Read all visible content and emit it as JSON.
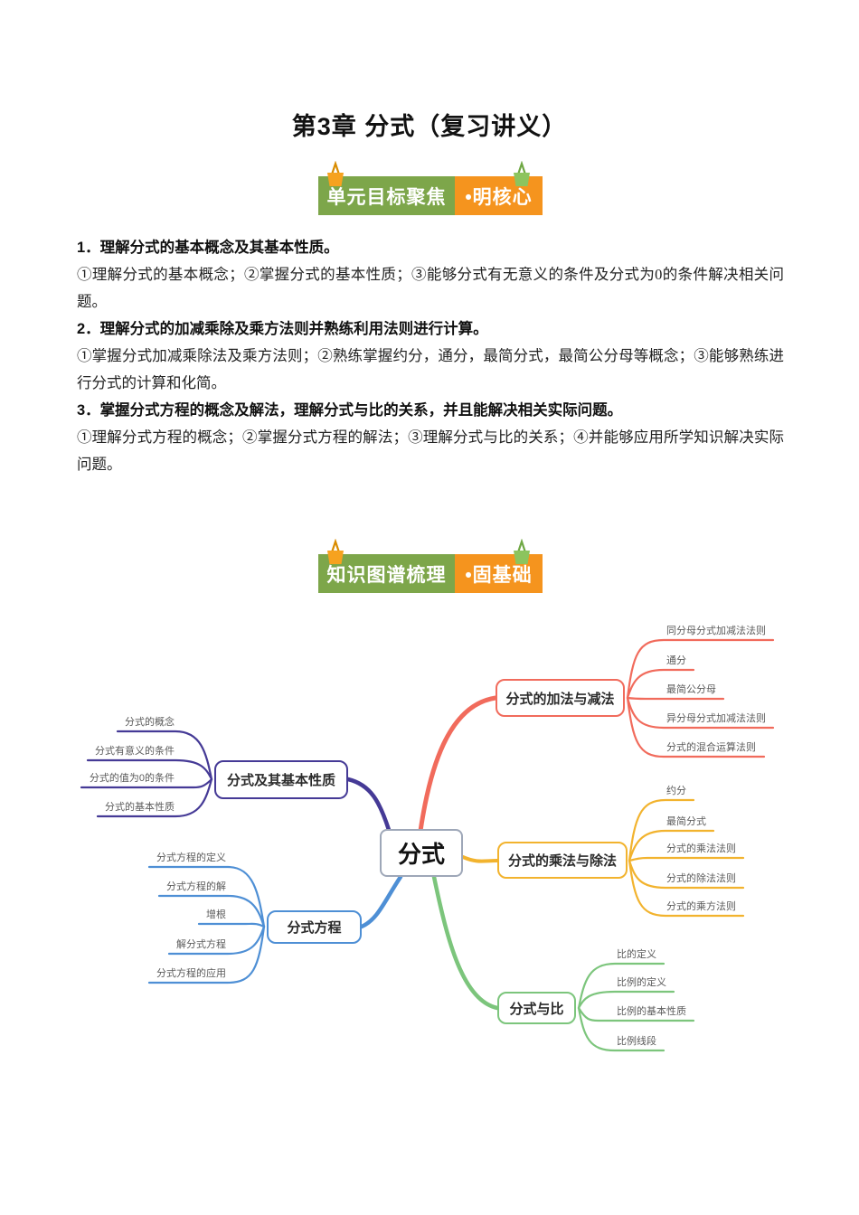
{
  "page": {
    "title": "第3章 分式（复习讲义）"
  },
  "banners": [
    {
      "green_label": "单元目标聚焦",
      "orange_label": "•明核心"
    },
    {
      "green_label": "知识图谱梳理",
      "orange_label": "•固基础"
    }
  ],
  "objectives": [
    {
      "heading": "1．理解分式的基本概念及其基本性质。",
      "detail": "①理解分式的基本概念；②掌握分式的基本性质；③能够分式有无意义的条件及分式为0的条件解决相关问题。"
    },
    {
      "heading": "2．理解分式的加减乘除及乘方法则并熟练利用法则进行计算。",
      "detail": "①掌握分式加减乘除法及乘方法则；②熟练掌握约分，通分，最简分式，最简公分母等概念；③能够熟练进行分式的计算和化简。"
    },
    {
      "heading": "3．掌握分式方程的概念及解法，理解分式与比的关系，并且能解决相关实际问题。",
      "detail": "①理解分式方程的概念；②掌握分式方程的解法；③理解分式与比的关系；④并能够应用所学知识解决实际问题。"
    }
  ],
  "mindmap": {
    "root": "分式",
    "branches": [
      {
        "label": "分式及其基本性质",
        "color": "#453A96",
        "children": [
          "分式的概念",
          "分式有意义的条件",
          "分式的值为0的条件",
          "分式的基本性质"
        ]
      },
      {
        "label": "分式的加法与减法",
        "color": "#F16B5C",
        "children": [
          "同分母分式加减法法则",
          "通分",
          "最简公分母",
          "异分母分式加减法法则",
          "分式的混合运算法则"
        ]
      },
      {
        "label": "分式的乘法与除法",
        "color": "#F2B32E",
        "children": [
          "约分",
          "最简分式",
          "分式的乘法法则",
          "分式的除法法则",
          "分式的乘方法则"
        ]
      },
      {
        "label": "分式方程",
        "color": "#4E8FD5",
        "children": [
          "分式方程的定义",
          "分式方程的解",
          "增根",
          "解分式方程",
          "分式方程的应用"
        ]
      },
      {
        "label": "分式与比",
        "color": "#7CC57C",
        "children": [
          "比的定义",
          "比例的定义",
          "比例的基本性质",
          "比例线段"
        ]
      }
    ]
  },
  "colors": {
    "banner_green": "#7DA64A",
    "banner_orange": "#F5941E",
    "clip_orange": "#F6A21F",
    "clip_green": "#8CC45E",
    "root_border": "#9EA7B8"
  }
}
